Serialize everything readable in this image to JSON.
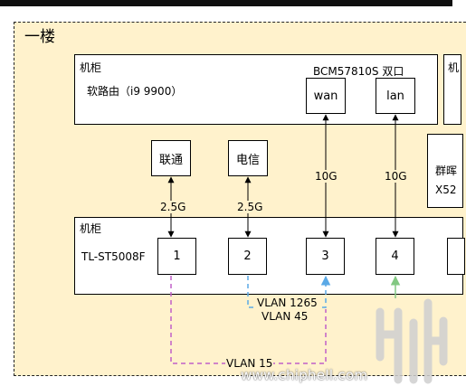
{
  "floor": {
    "title": "一楼"
  },
  "router_cabinet": {
    "label": "机柜",
    "router": "软路由（i9 9900）",
    "nic": "BCM57810S 双口",
    "ports": {
      "wan": "wan",
      "lan": "lan"
    }
  },
  "side_cabinet": {
    "label": "机"
  },
  "nas": {
    "name_fragment": "群晖",
    "model_fragment": "X52"
  },
  "isps": [
    {
      "label": "联通"
    },
    {
      "label": "电信"
    }
  ],
  "links": {
    "isp1_speed": "2.5G",
    "isp2_speed": "2.5G",
    "wan_speed": "10G",
    "lan_speed": "10G"
  },
  "switch_cabinet": {
    "label": "机柜",
    "switch": "TL-ST5008F",
    "ports": [
      "1",
      "2",
      "3",
      "4"
    ]
  },
  "vlans": {
    "a": "VLAN 1265",
    "b": "VLAN 45",
    "c": "VLAN 15"
  },
  "colors": {
    "floor_bg": "#fff2cc",
    "vlan_blue": "#5aa9e6",
    "vlan_purple": "#c060c8",
    "lan_green": "#82c882"
  },
  "watermark": {
    "url": "www.chiphell.com"
  }
}
